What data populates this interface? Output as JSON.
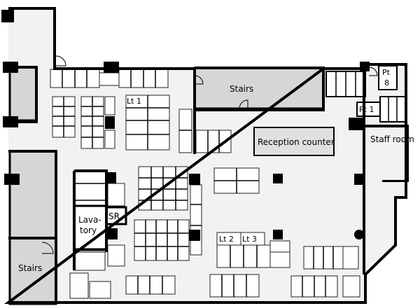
{
  "labels": {
    "stairs_top": "Stairs",
    "stairs_bottom": "Stairs",
    "reception": "Reception counter",
    "staff_room": "Staff room",
    "lt1": "Lt 1",
    "lt2": "Lt 2",
    "lt3": "Lt 3",
    "pt1": "Pt 1",
    "pt8_a": "Pt",
    "pt8_b": "8",
    "lavatory_a": "Lava-",
    "lavatory_b": "tory",
    "sr": "SR"
  }
}
